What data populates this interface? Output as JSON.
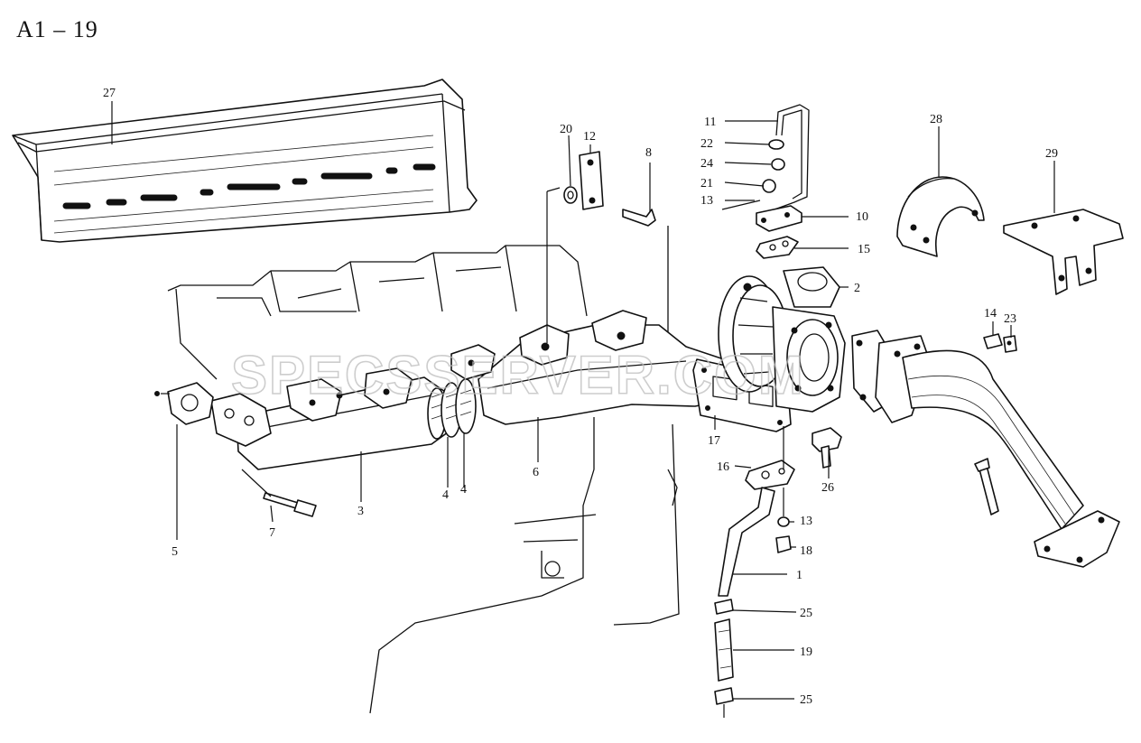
{
  "title": "A1 – 19",
  "watermark": "SPECSSERVER.COM",
  "callouts": [
    "27",
    "20",
    "12",
    "8",
    "11",
    "22",
    "24",
    "21",
    "13",
    "10",
    "15",
    "28",
    "29",
    "2",
    "14",
    "23",
    "5",
    "7",
    "3",
    "4",
    "4",
    "6",
    "17",
    "26",
    "16",
    "13",
    "18",
    "1",
    "25",
    "19",
    "25"
  ]
}
